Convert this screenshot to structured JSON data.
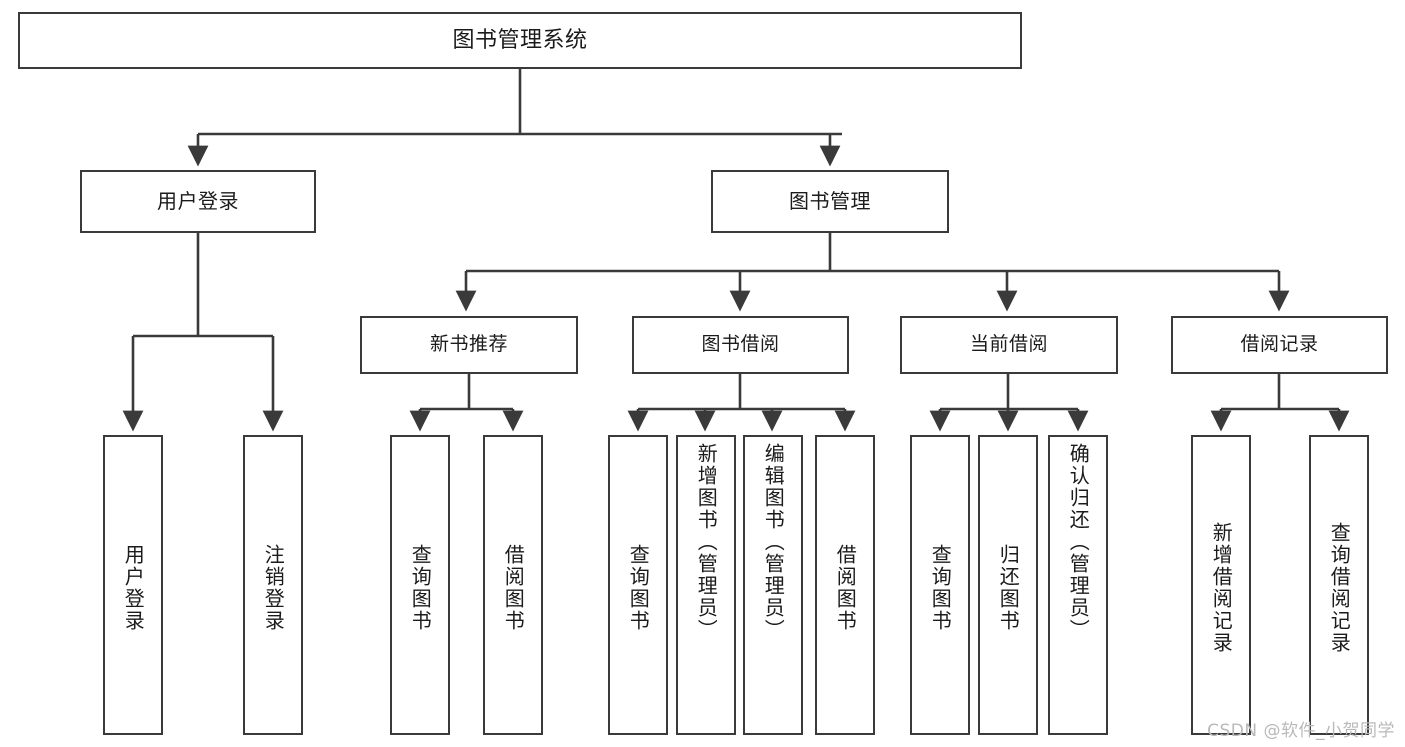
{
  "diagram": {
    "title": "图书管理系统",
    "type": "tree",
    "colors": {
      "box_border": "#3a3a3a",
      "box_fill": "#ffffff",
      "edge": "#3a3a3a",
      "text": "#1b1b1b",
      "watermark": "#b9b9b9",
      "background": "#ffffff"
    },
    "root": {
      "label": "图书管理系统"
    },
    "level1": [
      {
        "label": "用户登录"
      },
      {
        "label": "图书管理"
      }
    ],
    "level2": [
      {
        "label": "新书推荐"
      },
      {
        "label": "图书借阅"
      },
      {
        "label": "当前借阅"
      },
      {
        "label": "借阅记录"
      }
    ],
    "leaves": {
      "user_login": [
        {
          "label": "用户登录"
        },
        {
          "label": "注销登录"
        }
      ],
      "new_book_recommend": [
        {
          "label": "查询图书"
        },
        {
          "label": "借阅图书"
        }
      ],
      "book_borrow": [
        {
          "label": "查询图书"
        },
        {
          "label": "新增图书（管理员）"
        },
        {
          "label": "编辑图书（管理员）"
        },
        {
          "label": "借阅图书"
        }
      ],
      "current_borrow": [
        {
          "label": "查询图书"
        },
        {
          "label": "归还图书"
        },
        {
          "label": "确认归还（管理员）"
        }
      ],
      "borrow_record": [
        {
          "label": "新增借阅记录"
        },
        {
          "label": "查询借阅记录"
        }
      ]
    }
  },
  "watermark": {
    "text": "CSDN @软件_小贺同学"
  }
}
